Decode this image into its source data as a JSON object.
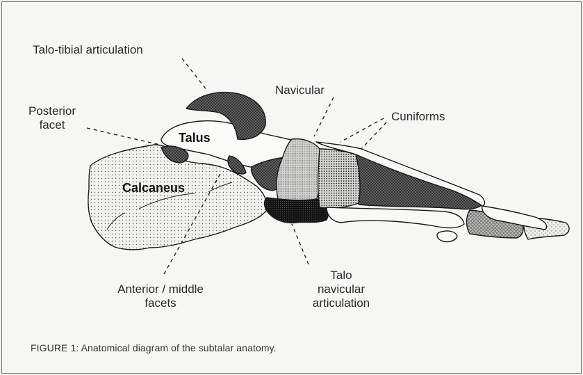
{
  "labels": {
    "talo_tibial": "Talo-tibial articulation",
    "posterior_1": "Posterior",
    "posterior_2": "facet",
    "talus": "Talus",
    "navicular": "Navicular",
    "cuniforms": "Cuniforms",
    "calcaneus": "Calcaneus",
    "anterior_1": "Anterior / middle",
    "anterior_2": "facets",
    "talo_nav_1": "Talo",
    "talo_nav_2": "navicular",
    "talo_nav_3": "articulation"
  },
  "caption": "FIGURE 1:  Anatomical diagram of the subtalar anatomy."
}
